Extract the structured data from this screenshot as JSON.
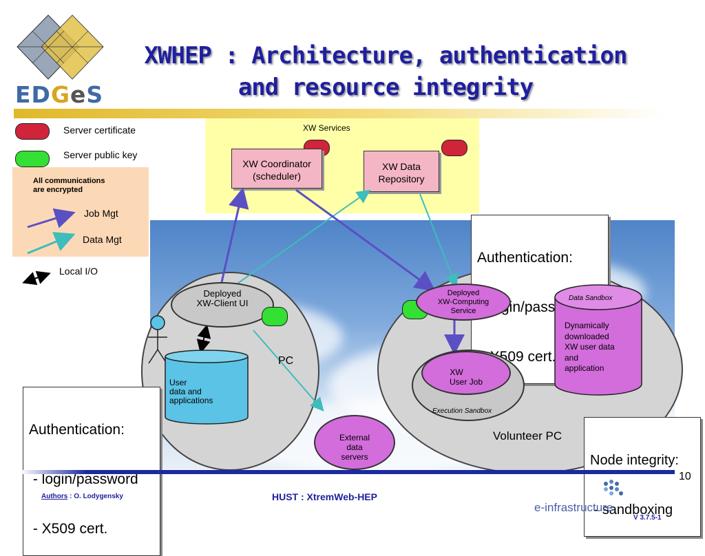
{
  "title": {
    "line1": "XWHEP : Architecture, authentication",
    "line2": "and resource integrity"
  },
  "logo": {
    "part1": "ED",
    "part2": "G",
    "part3": "e",
    "part4": "S"
  },
  "legend": {
    "server_certificate": "Server certificate",
    "server_public_key": "Server public key",
    "encrypted_line1": "All communications",
    "encrypted_line2": "are encrypted",
    "job_mgt": "Job Mgt",
    "data_mgt": "Data Mgt",
    "local_io": "Local I/O"
  },
  "services": {
    "title": "XW Services",
    "coordinator_line1": "XW Coordinator",
    "coordinator_line2": "(scheduler)",
    "data_repo_line1": "XW Data",
    "data_repo_line2": "Repository"
  },
  "auth_server": {
    "line1": "Authentication:",
    "line2": " - login/password",
    "line3": " - X509 cert."
  },
  "auth_client": {
    "line1": "Authentication:",
    "line2": " - login/password",
    "line3": " - X509 cert."
  },
  "client": {
    "ui_line1": "Deployed",
    "ui_line2": "XW-Client UI",
    "user_data_line1": "User",
    "user_data_line2": "data and",
    "user_data_line3": "applications",
    "pc_label": "PC"
  },
  "volunteer": {
    "computing_line1": "Deployed",
    "computing_line2": "XW-Computing",
    "computing_line3": "Service",
    "data_sandbox": "Data Sandbox",
    "dyn_line1": "Dynamically",
    "dyn_line2": "downloaded",
    "dyn_line3": "XW user data",
    "dyn_line4": "and",
    "dyn_line5": "application",
    "user_job_line1": "XW",
    "user_job_line2": "User Job",
    "execution_sandbox": "Execution Sandbox",
    "pc_label": "Volunteer PC"
  },
  "external": {
    "line1": "External",
    "line2": "data",
    "line3": "servers"
  },
  "node_integrity": {
    "line1": "Node integrity:",
    "line2": " - sandboxing"
  },
  "footer": {
    "authors_label": "Authors",
    "authors_value": " : O. Lodygensky",
    "center": "HUST : Xtrem",
    "center2": "Web-HEP",
    "page_number": "10",
    "einfra": "e-infrastructure",
    "version": "V 3.7.5-1"
  },
  "colors": {
    "title": "#1f1f9f",
    "server_cert": "#d0243a",
    "public_key": "#33e033",
    "job_mgt_arrow": "#5b4fc4",
    "data_mgt_arrow": "#3fbcbc",
    "salmon": "#fcd9b6",
    "services_bg": "#ffffa8",
    "service_box": "#f4b6c4",
    "violet": "#d36ddc",
    "cyan_db": "#5bc3e6"
  }
}
